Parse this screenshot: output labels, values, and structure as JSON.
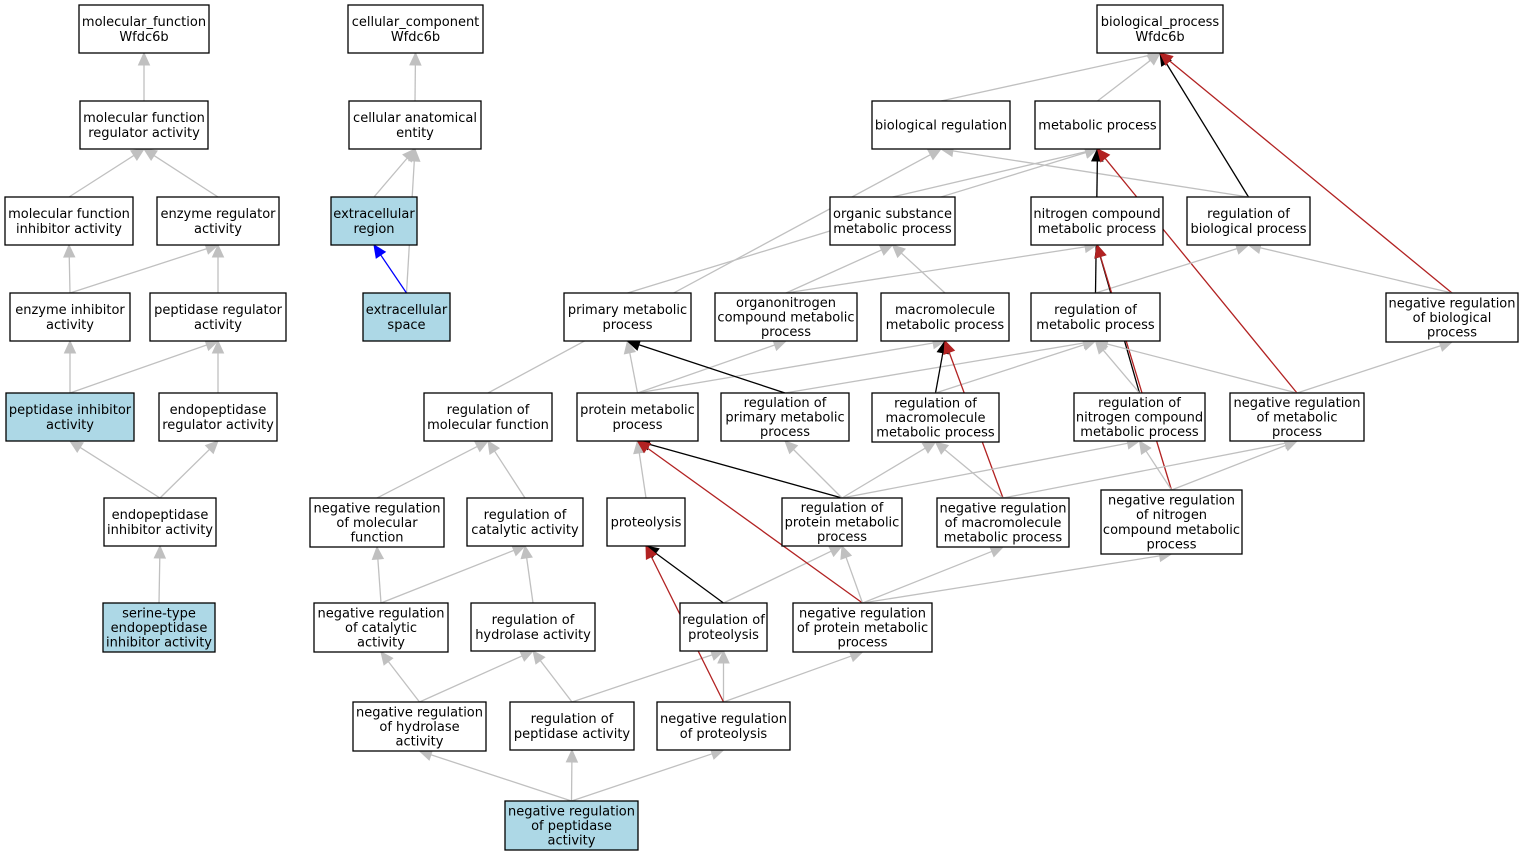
{
  "colors": {
    "highlight": "#add8e6",
    "plain": "#ffffff",
    "is_a": "#c0c0c0",
    "part_of": "#0000ff",
    "regulates": "#000000",
    "negatively_regulates": "#b22222"
  },
  "nodes": [
    {
      "id": "mf",
      "label": "molecular_function\nWfdc6b",
      "highlight": false
    },
    {
      "id": "mfra",
      "label": "molecular function\nregulator activity",
      "highlight": false
    },
    {
      "id": "mfia",
      "label": "molecular function\ninhibitor activity",
      "highlight": false
    },
    {
      "id": "era",
      "label": "enzyme regulator\nactivity",
      "highlight": false
    },
    {
      "id": "eia",
      "label": "enzyme inhibitor\nactivity",
      "highlight": false
    },
    {
      "id": "pra",
      "label": "peptidase regulator\nactivity",
      "highlight": false
    },
    {
      "id": "pia",
      "label": "peptidase inhibitor\nactivity",
      "highlight": true
    },
    {
      "id": "epra",
      "label": "endopeptidase\nregulator activity",
      "highlight": false
    },
    {
      "id": "epia",
      "label": "endopeptidase\ninhibitor activity",
      "highlight": false
    },
    {
      "id": "stepia",
      "label": "serine-type\nendopeptidase\ninhibitor activity",
      "highlight": true
    },
    {
      "id": "cc",
      "label": "cellular_component\nWfdc6b",
      "highlight": false
    },
    {
      "id": "cae",
      "label": "cellular anatomical\nentity",
      "highlight": false
    },
    {
      "id": "er",
      "label": "extracellular\nregion",
      "highlight": true
    },
    {
      "id": "es",
      "label": "extracellular\nspace",
      "highlight": true
    },
    {
      "id": "bp",
      "label": "biological_process\nWfdc6b",
      "highlight": false
    },
    {
      "id": "br",
      "label": "biological regulation",
      "highlight": false
    },
    {
      "id": "mp",
      "label": "metabolic process",
      "highlight": false
    },
    {
      "id": "osmp",
      "label": "organic substance\nmetabolic process",
      "highlight": false
    },
    {
      "id": "ncmp",
      "label": "nitrogen compound\nmetabolic process",
      "highlight": false
    },
    {
      "id": "rbp",
      "label": "regulation of\nbiological process",
      "highlight": false
    },
    {
      "id": "pmp",
      "label": "primary metabolic\nprocess",
      "highlight": false
    },
    {
      "id": "oncmp",
      "label": "organonitrogen\ncompound metabolic\nprocess",
      "highlight": false
    },
    {
      "id": "mmp",
      "label": "macromolecule\nmetabolic process",
      "highlight": false
    },
    {
      "id": "rmp",
      "label": "regulation of\nmetabolic process",
      "highlight": false
    },
    {
      "id": "nrbp",
      "label": "negative regulation\nof biological\nprocess",
      "highlight": false
    },
    {
      "id": "rmf",
      "label": "regulation of\nmolecular function",
      "highlight": false
    },
    {
      "id": "prmp",
      "label": "protein metabolic\nprocess",
      "highlight": false
    },
    {
      "id": "rpmp",
      "label": "regulation of\nprimary metabolic\nprocess",
      "highlight": false
    },
    {
      "id": "rmmp",
      "label": "regulation of\nmacromolecule\nmetabolic process",
      "highlight": false
    },
    {
      "id": "rncmp",
      "label": "regulation of\nnitrogen compound\nmetabolic process",
      "highlight": false
    },
    {
      "id": "nrmp",
      "label": "negative regulation\nof metabolic\nprocess",
      "highlight": false
    },
    {
      "id": "nrmf",
      "label": "negative regulation\nof molecular\nfunction",
      "highlight": false
    },
    {
      "id": "rca",
      "label": "regulation of\ncatalytic activity",
      "highlight": false
    },
    {
      "id": "prot",
      "label": "proteolysis",
      "highlight": false
    },
    {
      "id": "rprmp",
      "label": "regulation of\nprotein metabolic\nprocess",
      "highlight": false
    },
    {
      "id": "nrmmp",
      "label": "negative regulation\nof macromolecule\nmetabolic process",
      "highlight": false
    },
    {
      "id": "nrncmp",
      "label": "negative regulation\nof nitrogen\ncompound metabolic\nprocess",
      "highlight": false
    },
    {
      "id": "nrca",
      "label": "negative regulation\nof catalytic\nactivity",
      "highlight": false
    },
    {
      "id": "rha",
      "label": "regulation of\nhydrolase activity",
      "highlight": false
    },
    {
      "id": "rprot",
      "label": "regulation of\nproteolysis",
      "highlight": false
    },
    {
      "id": "nrprmp",
      "label": "negative regulation\nof protein metabolic\nprocess",
      "highlight": false
    },
    {
      "id": "nrha",
      "label": "negative regulation\nof hydrolase\nactivity",
      "highlight": false
    },
    {
      "id": "rpa",
      "label": "regulation of\npeptidase activity",
      "highlight": false
    },
    {
      "id": "nrprot",
      "label": "negative regulation\nof proteolysis",
      "highlight": false
    },
    {
      "id": "nrpa",
      "label": "negative regulation\nof peptidase\nactivity",
      "highlight": true
    }
  ],
  "edges": [
    {
      "from": "mfra",
      "to": "mf",
      "type": "is_a"
    },
    {
      "from": "mfia",
      "to": "mfra",
      "type": "is_a"
    },
    {
      "from": "era",
      "to": "mfra",
      "type": "is_a"
    },
    {
      "from": "eia",
      "to": "mfia",
      "type": "is_a"
    },
    {
      "from": "eia",
      "to": "era",
      "type": "is_a"
    },
    {
      "from": "pra",
      "to": "era",
      "type": "is_a"
    },
    {
      "from": "pia",
      "to": "eia",
      "type": "is_a"
    },
    {
      "from": "pia",
      "to": "pra",
      "type": "is_a"
    },
    {
      "from": "epra",
      "to": "pra",
      "type": "is_a"
    },
    {
      "from": "epia",
      "to": "pia",
      "type": "is_a"
    },
    {
      "from": "epia",
      "to": "epra",
      "type": "is_a"
    },
    {
      "from": "stepia",
      "to": "epia",
      "type": "is_a"
    },
    {
      "from": "cae",
      "to": "cc",
      "type": "is_a"
    },
    {
      "from": "er",
      "to": "cae",
      "type": "is_a"
    },
    {
      "from": "es",
      "to": "cae",
      "type": "is_a"
    },
    {
      "from": "es",
      "to": "er",
      "type": "part_of"
    },
    {
      "from": "br",
      "to": "bp",
      "type": "is_a"
    },
    {
      "from": "mp",
      "to": "bp",
      "type": "is_a"
    },
    {
      "from": "rbp",
      "to": "bp",
      "type": "regulates"
    },
    {
      "from": "nrbp",
      "to": "bp",
      "type": "negatively_regulates"
    },
    {
      "from": "osmp",
      "to": "mp",
      "type": "is_a"
    },
    {
      "from": "ncmp",
      "to": "mp",
      "type": "is_a"
    },
    {
      "from": "rbp",
      "to": "br",
      "type": "is_a"
    },
    {
      "from": "pmp",
      "to": "mp",
      "type": "is_a"
    },
    {
      "from": "rmp",
      "to": "mp",
      "type": "regulates"
    },
    {
      "from": "nrmp",
      "to": "mp",
      "type": "negatively_regulates"
    },
    {
      "from": "rmf",
      "to": "br",
      "type": "is_a"
    },
    {
      "from": "oncmp",
      "to": "osmp",
      "type": "is_a"
    },
    {
      "from": "oncmp",
      "to": "ncmp",
      "type": "is_a"
    },
    {
      "from": "mmp",
      "to": "osmp",
      "type": "is_a"
    },
    {
      "from": "rmp",
      "to": "rbp",
      "type": "is_a"
    },
    {
      "from": "nrbp",
      "to": "rbp",
      "type": "is_a"
    },
    {
      "from": "rncmp",
      "to": "ncmp",
      "type": "regulates"
    },
    {
      "from": "nrncmp",
      "to": "ncmp",
      "type": "negatively_regulates"
    },
    {
      "from": "prmp",
      "to": "pmp",
      "type": "is_a"
    },
    {
      "from": "prmp",
      "to": "oncmp",
      "type": "is_a"
    },
    {
      "from": "prmp",
      "to": "mmp",
      "type": "is_a"
    },
    {
      "from": "rpmp",
      "to": "pmp",
      "type": "regulates"
    },
    {
      "from": "rpmp",
      "to": "rmp",
      "type": "is_a"
    },
    {
      "from": "rmmp",
      "to": "mmp",
      "type": "regulates"
    },
    {
      "from": "rmmp",
      "to": "rmp",
      "type": "is_a"
    },
    {
      "from": "rncmp",
      "to": "rmp",
      "type": "is_a"
    },
    {
      "from": "nrmp",
      "to": "rmp",
      "type": "is_a"
    },
    {
      "from": "nrmp",
      "to": "nrbp",
      "type": "is_a"
    },
    {
      "from": "nrmmp",
      "to": "mmp",
      "type": "negatively_regulates"
    },
    {
      "from": "nrmf",
      "to": "rmf",
      "type": "is_a"
    },
    {
      "from": "rca",
      "to": "rmf",
      "type": "is_a"
    },
    {
      "from": "prot",
      "to": "prmp",
      "type": "is_a"
    },
    {
      "from": "rprmp",
      "to": "prmp",
      "type": "regulates"
    },
    {
      "from": "rprmp",
      "to": "rpmp",
      "type": "is_a"
    },
    {
      "from": "rprmp",
      "to": "rmmp",
      "type": "is_a"
    },
    {
      "from": "rprmp",
      "to": "rncmp",
      "type": "is_a"
    },
    {
      "from": "nrmmp",
      "to": "rmmp",
      "type": "is_a"
    },
    {
      "from": "nrmmp",
      "to": "nrmp",
      "type": "is_a"
    },
    {
      "from": "nrncmp",
      "to": "rncmp",
      "type": "is_a"
    },
    {
      "from": "nrncmp",
      "to": "nrmp",
      "type": "is_a"
    },
    {
      "from": "nrca",
      "to": "nrmf",
      "type": "is_a"
    },
    {
      "from": "nrca",
      "to": "rca",
      "type": "is_a"
    },
    {
      "from": "rha",
      "to": "rca",
      "type": "is_a"
    },
    {
      "from": "rprot",
      "to": "prot",
      "type": "regulates"
    },
    {
      "from": "rprot",
      "to": "rprmp",
      "type": "is_a"
    },
    {
      "from": "nrprmp",
      "to": "prmp",
      "type": "negatively_regulates"
    },
    {
      "from": "nrprmp",
      "to": "rprmp",
      "type": "is_a"
    },
    {
      "from": "nrprmp",
      "to": "nrmmp",
      "type": "is_a"
    },
    {
      "from": "nrprmp",
      "to": "nrncmp",
      "type": "is_a"
    },
    {
      "from": "nrha",
      "to": "nrca",
      "type": "is_a"
    },
    {
      "from": "nrha",
      "to": "rha",
      "type": "is_a"
    },
    {
      "from": "rpa",
      "to": "rha",
      "type": "is_a"
    },
    {
      "from": "rpa",
      "to": "rprot",
      "type": "is_a"
    },
    {
      "from": "nrprot",
      "to": "rprot",
      "type": "is_a"
    },
    {
      "from": "nrprot",
      "to": "prot",
      "type": "negatively_regulates"
    },
    {
      "from": "nrprot",
      "to": "nrprmp",
      "type": "is_a"
    },
    {
      "from": "nrpa",
      "to": "nrha",
      "type": "is_a"
    },
    {
      "from": "nrpa",
      "to": "rpa",
      "type": "is_a"
    },
    {
      "from": "nrpa",
      "to": "nrprot",
      "type": "is_a"
    }
  ]
}
